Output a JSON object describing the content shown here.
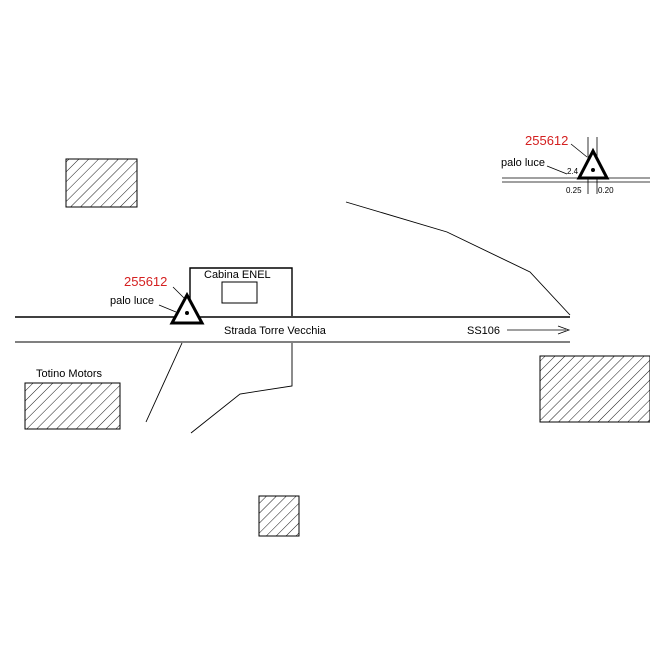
{
  "map": {
    "road": {
      "name": "Strada Torre Vecchia",
      "route": "SS106"
    },
    "cabin": {
      "label": "Cabina ENEL"
    },
    "poles": [
      {
        "code": "255612",
        "label": "palo luce"
      },
      {
        "code": "255612",
        "label": "palo luce"
      }
    ],
    "detail_inset": {
      "dimensions": [
        "2.4",
        "0.25",
        "0.20"
      ]
    },
    "buildings": [
      {
        "label": "Totino Motors"
      }
    ],
    "colors": {
      "line": "#000000",
      "code_text": "#d42020",
      "hatch": "#000000"
    }
  }
}
